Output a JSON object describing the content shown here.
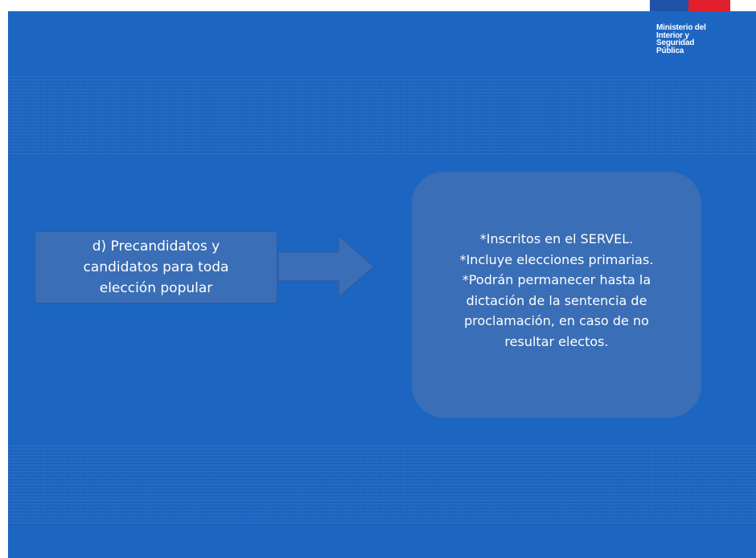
{
  "header": {
    "logo_lines": [
      "Ministerio del",
      "Interior y",
      "Seguridad",
      "Pública"
    ]
  },
  "left_box": {
    "lines": [
      "d) Precandidatos y",
      "candidatos para toda",
      "elección popular"
    ]
  },
  "right_box": {
    "lines": [
      "*Inscritos en el SERVEL.",
      "*Incluye elecciones primarias.",
      "*Podrán permanecer hasta la",
      "dictación de la sentencia de",
      "proclamación, en caso de no",
      "resultar electos."
    ]
  },
  "colors": {
    "background_blue": "#1c66c2",
    "box_fill": "#3a6eb6",
    "flag_blue": "#2052a7",
    "flag_red": "#e2202d"
  },
  "icons": {
    "arrow": "right-arrow-icon"
  }
}
